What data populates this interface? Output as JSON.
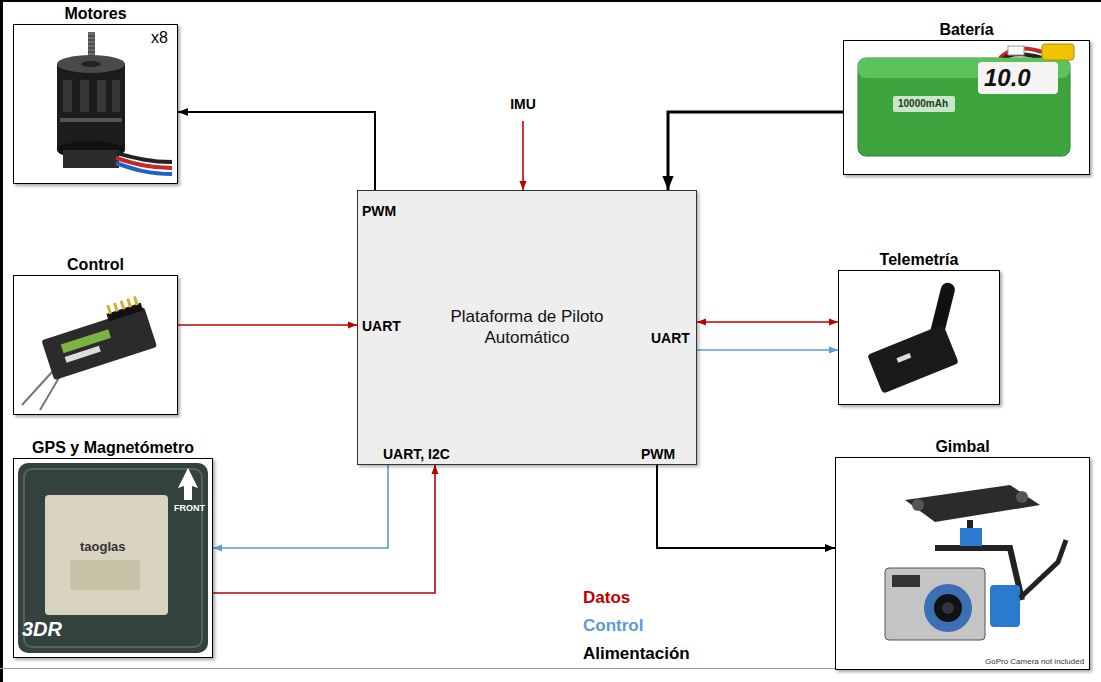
{
  "diagram": {
    "nodes": [
      {
        "text": [
          "Motores",
          "x8"
        ]
      },
      {
        "text": [
          "IMU"
        ]
      },
      {
        "text": [
          "Batería"
        ]
      },
      {
        "text": [
          "Control"
        ]
      },
      {
        "text": [
          "Plataforma de Piloto Automático"
        ]
      },
      {
        "text": [
          "Telemetría"
        ]
      },
      {
        "text": [
          "GPS y Magnetómetro"
        ]
      },
      {
        "text": [
          "Gimbal"
        ]
      }
    ],
    "edges": [
      {
        "from": 4,
        "to": 0,
        "arrow": "to"
      },
      {
        "from": 1,
        "to": 4,
        "arrow": "to"
      },
      {
        "from": 2,
        "to": 4,
        "arrow": "to"
      },
      {
        "from": 3,
        "to": 4,
        "arrow": "to"
      },
      {
        "from": 4,
        "to": 5,
        "arrow": "both"
      },
      {
        "from": 4,
        "to": 5,
        "arrow": "to"
      },
      {
        "from": 4,
        "to": 6,
        "arrow": "to"
      },
      {
        "from": 6,
        "to": 4,
        "arrow": "to"
      },
      {
        "from": 4,
        "to": 7,
        "arrow": "to"
      }
    ],
    "labels": [
      "10.0",
      "10000mAh",
      "PWM",
      "UART",
      "UART",
      "UART, I2C",
      "PWM",
      "taoglas",
      "FRONT",
      "3DR",
      "GoPro Camera not included"
    ],
    "legend": [
      {
        "text": "Datos",
        "color": "#c00000"
      },
      {
        "text": "Control",
        "color": "#5b9bd5"
      },
      {
        "text": "Alimentación",
        "color": "#000000"
      }
    ]
  }
}
